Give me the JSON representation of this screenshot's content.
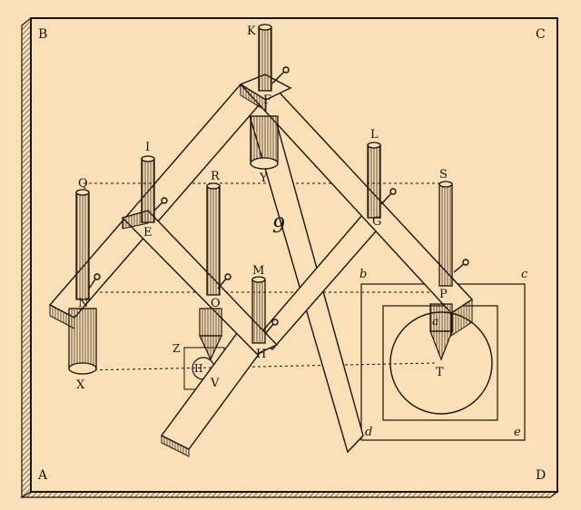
{
  "colors": {
    "background": "#fbdfb7",
    "ink": "#1a1208",
    "board": "#fbdfb7",
    "hatch": "#3a2a18"
  },
  "figure_number": "9",
  "corner_labels": {
    "top_left": "B",
    "top_right": "C",
    "bottom_left": "A",
    "bottom_right": "D"
  },
  "point_labels": {
    "K": "K",
    "F": "F",
    "Y": "Y",
    "I": "I",
    "E": "E",
    "R": "R",
    "O": "O",
    "L": "L",
    "G": "G",
    "S": "S",
    "P": "P",
    "Q": "Q",
    "N": "N",
    "X": "X",
    "M": "M",
    "H": "H",
    "Z": "Z",
    "II": "II",
    "V": "V",
    "T": "T",
    "a": "a",
    "b": "b",
    "c": "c",
    "d": "d",
    "e": "e"
  }
}
